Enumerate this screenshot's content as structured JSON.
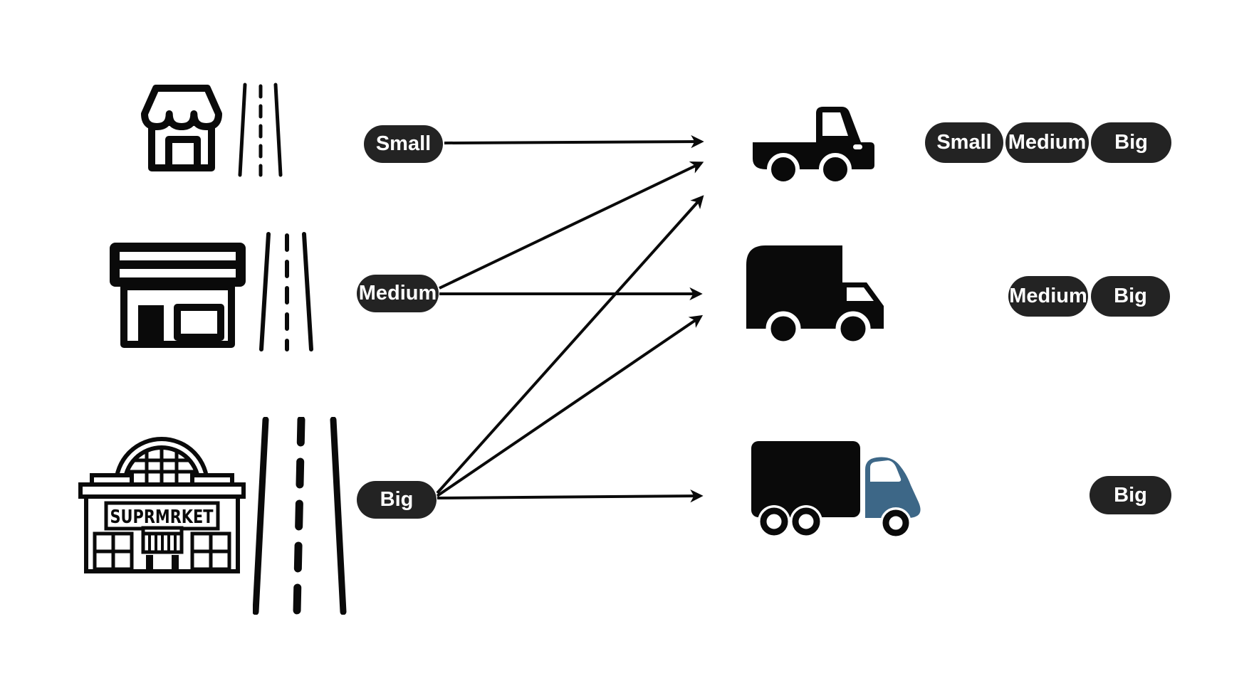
{
  "page": {
    "background": "#ffffff"
  },
  "palette": {
    "pill_bg": "#232323",
    "pill_text": "#ffffff",
    "ink": "#0a0a0a",
    "truck_cab_blue": "#3d6787"
  },
  "size_pills": [
    {
      "label": "Small"
    },
    {
      "label": "Medium"
    },
    {
      "label": "Big"
    }
  ],
  "stores": [
    {
      "id": "small",
      "icon": "small-shop-icon",
      "road": "narrow-road"
    },
    {
      "id": "medium",
      "icon": "convenience-store-icon",
      "road": "medium-road"
    },
    {
      "id": "big",
      "icon": "supermarket-icon",
      "road": "wide-road",
      "sign_text": "SUPRMRKET"
    }
  ],
  "trucks": [
    {
      "id": "pickup-truck",
      "accepted_sizes": [
        "Small",
        "Medium",
        "Big"
      ]
    },
    {
      "id": "box-truck",
      "accepted_sizes": [
        "Medium",
        "Big"
      ]
    },
    {
      "id": "semi-truck",
      "accepted_sizes": [
        "Big"
      ]
    }
  ],
  "connections": [
    {
      "from": "Small",
      "to": "pickup-truck"
    },
    {
      "from": "Medium",
      "to": "pickup-truck"
    },
    {
      "from": "Medium",
      "to": "box-truck"
    },
    {
      "from": "Big",
      "to": "pickup-truck"
    },
    {
      "from": "Big",
      "to": "box-truck"
    },
    {
      "from": "Big",
      "to": "semi-truck"
    }
  ]
}
